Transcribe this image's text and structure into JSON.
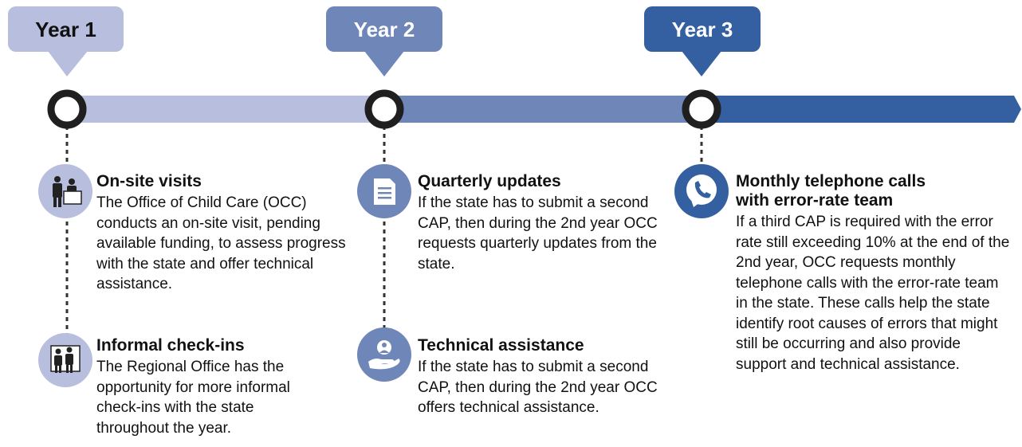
{
  "colors": {
    "year1": "#b8bedd",
    "year2": "#6f86b8",
    "year3": "#345fa0",
    "node_ring": "#1f1f1f",
    "year1_text": "#111111",
    "year_light_text": "#ffffff"
  },
  "years": [
    {
      "label": "Year 1"
    },
    {
      "label": "Year 2"
    },
    {
      "label": "Year 3"
    }
  ],
  "activities": {
    "onsite": {
      "icon": "onsite-visit-icon",
      "title": "On-site visits",
      "body": "The Office of Child Care (OCC) conducts an on-site visit, pending available funding, to assess progress with the state and offer technical assistance."
    },
    "checkins": {
      "icon": "informal-checkin-icon",
      "title": "Informal check-ins",
      "body": "The Regional Office has the opportunity for more informal check-ins with the state throughout the year."
    },
    "quarterly": {
      "icon": "document-icon",
      "title": "Quarterly updates",
      "body": "If the state has to submit a second CAP, then during the 2nd year OCC requests quarterly updates from the state."
    },
    "techassist": {
      "icon": "helping-hand-icon",
      "title": "Technical assistance",
      "body": "If the state has to submit a second CAP, then during the 2nd year OCC offers technical assistance."
    },
    "monthly": {
      "icon": "phone-call-icon",
      "title_line1": "Monthly telephone calls",
      "title_line2": "with error-rate team",
      "body": "If a third CAP is required with the error rate still exceeding 10% at the end of the 2nd year, OCC requests monthly telephone calls with the error-rate team in the state. These calls help the state identify root causes of errors that might still be occurring and also provide support and technical assistance."
    }
  }
}
